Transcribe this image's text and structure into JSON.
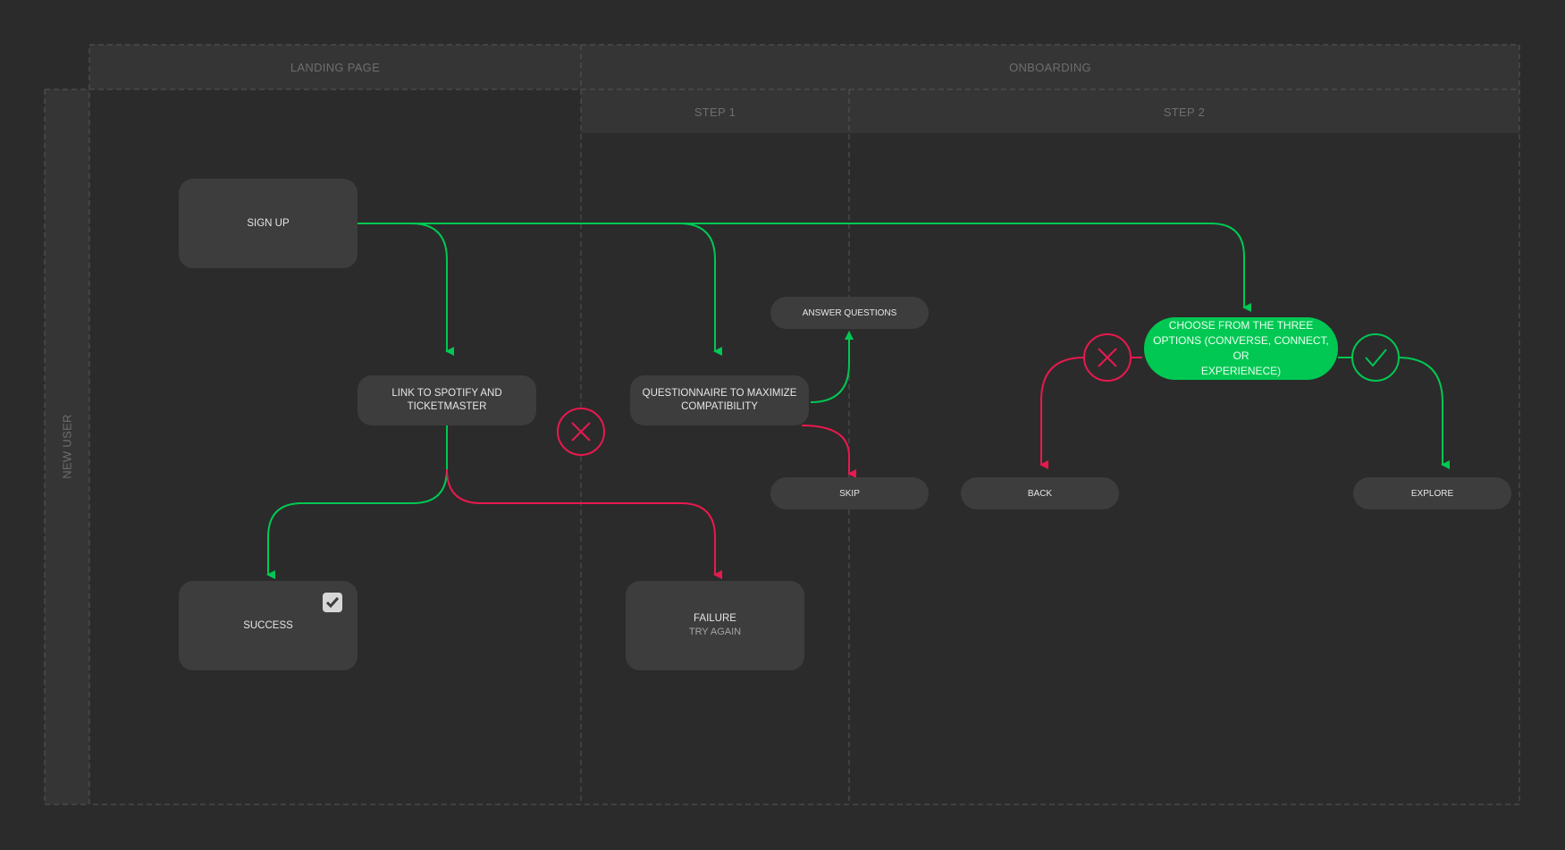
{
  "lanes": {
    "landing_page": "LANDING PAGE",
    "onboarding": "ONBOARDING",
    "step1": "STEP 1",
    "step2": "STEP 2",
    "new_user": "NEW USER"
  },
  "nodes": {
    "sign_up": "SIGN UP",
    "link_spotify_line1": "LINK TO SPOTIFY AND",
    "link_spotify_line2": "TICKETMASTER",
    "questionnaire_line1": "QUESTIONNAIRE TO MAXIMIZE",
    "questionnaire_line2": "COMPATIBILITY",
    "answer_questions": "ANSWER QUESTIONS",
    "skip": "SKIP",
    "success": "SUCCESS",
    "failure": "FAILURE",
    "failure_sub": "TRY AGAIN",
    "choose_line1": "CHOOSE FROM THE THREE",
    "choose_line2": "OPTIONS (CONVERSE, CONNECT, OR",
    "choose_line3": "EXPERIENECE)",
    "back": "BACK",
    "explore": "EXPLORE"
  },
  "colors": {
    "background": "#2b2b2b",
    "header_band": "#353535",
    "node": "#3d3d3d",
    "success_green": "#00c853",
    "failure_red": "#e8194f",
    "grid_dash": "#565656"
  },
  "icons": {
    "success_check": "checkbox-checked-icon",
    "fail_marker": "x-circle-icon",
    "pass_marker": "check-circle-icon"
  }
}
